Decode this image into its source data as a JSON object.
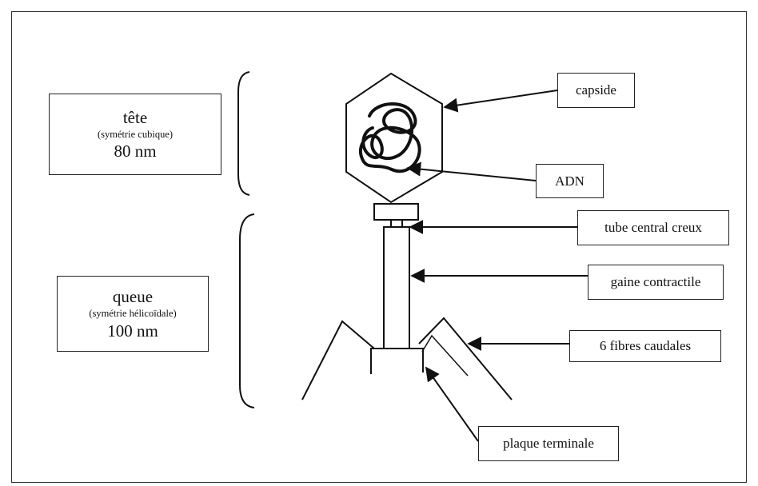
{
  "head_box": {
    "name": "tête",
    "symmetry": "(symétrie cubique)",
    "size": "80 nm"
  },
  "tail_box": {
    "name": "queue",
    "symmetry": "(symétrie hélicoïdale)",
    "size": "100 nm"
  },
  "labels": {
    "capside": "capside",
    "adn": "ADN",
    "tube": "tube central creux",
    "gaine": "gaine contractile",
    "fibres": "6 fibres caudales",
    "plaque": "plaque terminale"
  }
}
